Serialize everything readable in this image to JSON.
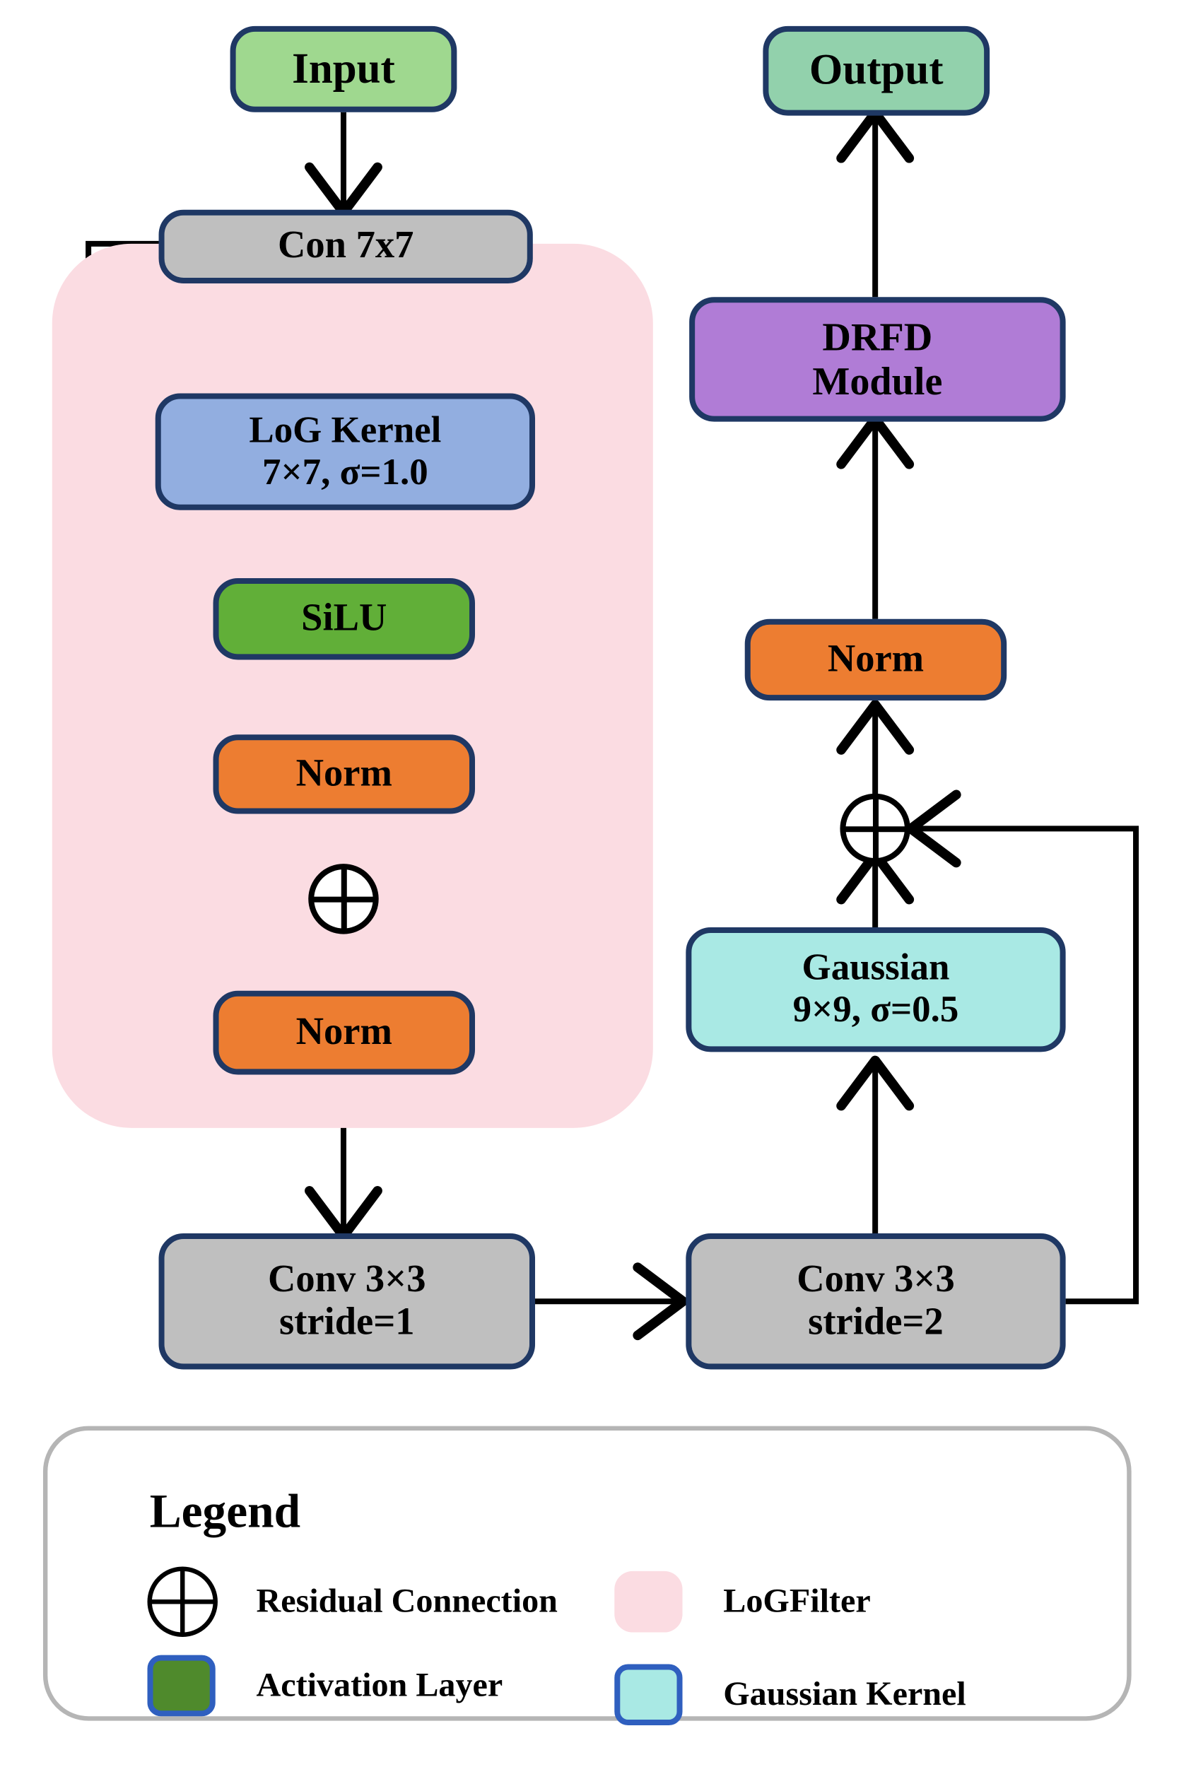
{
  "diagram": {
    "colors": {
      "io_green": "#9FD88F",
      "io_green_out": "#92D1AC",
      "conv_gray": "#BFBFBF",
      "log_blue": "#92AEE0",
      "silu_green": "#61AF38",
      "norm_orange": "#ED7D31",
      "drfd_purple": "#B07CD6",
      "gaussian_cyan": "#A9E9E4",
      "logfilter_pink": "#FBDCE2",
      "border_navy": "#1F3864",
      "edge_black": "#000000",
      "legend_border": "#B5B5B5"
    },
    "nodes": {
      "input": {
        "label": "Input"
      },
      "con7x7": {
        "label": "Con 7x7"
      },
      "log_kernel": {
        "line1": "LoG Kernel",
        "line2": "7×7, σ=1.0"
      },
      "silu": {
        "label": "SiLU"
      },
      "norm_left_1": {
        "label": "Norm"
      },
      "norm_left_2": {
        "label": "Norm"
      },
      "conv_s1": {
        "line1": "Conv 3×3",
        "line2": "stride=1"
      },
      "conv_s2": {
        "line1": "Conv 3×3",
        "line2": "stride=2"
      },
      "gaussian": {
        "line1": "Gaussian",
        "line2": "9×9, σ=0.5"
      },
      "norm_right": {
        "label": "Norm"
      },
      "drfd": {
        "line1": "DRFD",
        "line2": "Module"
      },
      "output": {
        "label": "Output"
      }
    },
    "operators": {
      "add_left": "⊕",
      "add_right": "⊕"
    },
    "legend": {
      "title": "Legend",
      "items": [
        {
          "key": "residual-connection",
          "icon": "plus-circle-icon",
          "label": "Residual Connection"
        },
        {
          "key": "logfilter",
          "icon": "pink-swatch-icon",
          "label": "LoGFilter"
        },
        {
          "key": "activation-layer",
          "icon": "green-swatch-icon",
          "label": "Activation Layer"
        },
        {
          "key": "gaussian-kernel",
          "icon": "cyan-swatch-icon",
          "label": "Gaussian Kernel"
        }
      ]
    }
  }
}
